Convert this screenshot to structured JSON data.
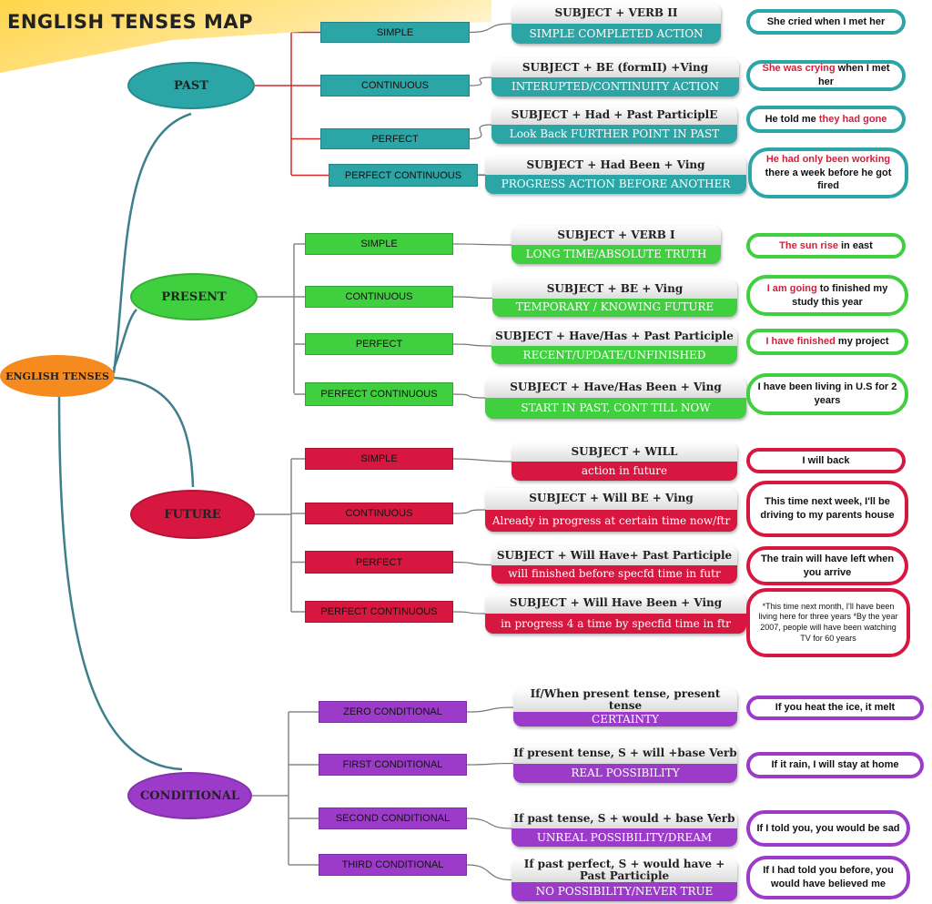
{
  "title": "ENGLISH TENSES MAP",
  "root": "ENGLISH TENSES",
  "colors": {
    "past": "#2ba5a5",
    "present": "#3fcf3f",
    "future": "#d7173f",
    "conditional": "#9c3bc9",
    "root": "#f58a1f"
  },
  "groups": [
    {
      "key": "past",
      "label": "PAST",
      "items": [
        {
          "tense": "SIMPLE",
          "formula": "SUBJECT + VERB II",
          "meaning": "SIMPLE COMPLETED ACTION",
          "example": [
            {
              "t": "She cried when I met her",
              "hl": false
            }
          ]
        },
        {
          "tense": "CONTINUOUS",
          "formula": "SUBJECT + BE (formII) +Ving",
          "meaning": "INTERUPTED/CONTINUITY ACTION",
          "example": [
            {
              "t": "She was crying",
              "hl": true
            },
            {
              "t": " when I met her",
              "hl": false
            }
          ]
        },
        {
          "tense": "PERFECT",
          "formula": "SUBJECT + Had + Past ParticiplE",
          "meaning": "Look Back FURTHER POINT IN PAST",
          "example": [
            {
              "t": "He told me ",
              "hl": false
            },
            {
              "t": "they had gone",
              "hl": true
            }
          ]
        },
        {
          "tense": "PERFECT CONTINUOUS",
          "formula": "SUBJECT + Had Been + Ving",
          "meaning": "PROGRESS ACTION BEFORE ANOTHER",
          "example": [
            {
              "t": "He had only been working",
              "hl": true
            },
            {
              "t": " there a week before he got fired",
              "hl": false
            }
          ]
        }
      ]
    },
    {
      "key": "present",
      "label": "PRESENT",
      "items": [
        {
          "tense": "SIMPLE",
          "formula": "SUBJECT + VERB I",
          "meaning": "LONG TIME/ABSOLUTE TRUTH",
          "example": [
            {
              "t": "The sun rise",
              "hl": true
            },
            {
              "t": " in east",
              "hl": false
            }
          ]
        },
        {
          "tense": "CONTINUOUS",
          "formula": "SUBJECT + BE + Ving",
          "meaning": "TEMPORARY / KNOWING FUTURE",
          "example": [
            {
              "t": "I am going",
              "hl": true
            },
            {
              "t": " to finished my study this year",
              "hl": false
            }
          ]
        },
        {
          "tense": "PERFECT",
          "formula": "SUBJECT + Have/Has + Past Participle",
          "meaning": "RECENT/UPDATE/UNFINISHED",
          "example": [
            {
              "t": "I have finished",
              "hl": true
            },
            {
              "t": " my project",
              "hl": false
            }
          ]
        },
        {
          "tense": "PERFECT CONTINUOUS",
          "formula": "SUBJECT + Have/Has Been + Ving",
          "meaning": "START IN PAST, CONT TILL NOW",
          "example": [
            {
              "t": "I have been living in U.S for  2 years",
              "hl": false
            }
          ]
        }
      ]
    },
    {
      "key": "future",
      "label": "FUTURE",
      "items": [
        {
          "tense": "SIMPLE",
          "formula": "SUBJECT + WILL",
          "meaning": "action in future",
          "example": [
            {
              "t": "I will back",
              "hl": false
            }
          ]
        },
        {
          "tense": "CONTINUOUS",
          "formula": "SUBJECT + Will BE + Ving",
          "meaning": "Already in progress at certain time now/ftr",
          "example": [
            {
              "t": "This time next week, I'll be driving  to my parents house",
              "hl": false
            }
          ]
        },
        {
          "tense": "PERFECT",
          "formula": "SUBJECT + Will Have+ Past Participle",
          "meaning": "will finished before specfd time in futr",
          "example": [
            {
              "t": "The train will have left when you arrive",
              "hl": false
            }
          ]
        },
        {
          "tense": "PERFECT CONTINUOUS",
          "formula": "SUBJECT + Will Have Been + Ving",
          "meaning": "in progress 4 a time by specfid time in ftr",
          "example": [
            {
              "t": "*This time next month, I'll have been living here for three years *By the year 2007, people will have been watching TV for 60 years",
              "hl": false
            }
          ]
        }
      ]
    },
    {
      "key": "conditional",
      "label": "CONDITIONAL",
      "items": [
        {
          "tense": "ZERO CONDITIONAL",
          "formula": "If/When present tense, present tense",
          "meaning": "CERTAINTY",
          "example": [
            {
              "t": "If you heat the ice, it melt",
              "hl": false
            }
          ]
        },
        {
          "tense": "FIRST CONDITIONAL",
          "formula": "If present tense, S + will +base Verb",
          "meaning": "REAL POSSIBILITY",
          "example": [
            {
              "t": "If it rain, I will stay at home",
              "hl": false
            }
          ]
        },
        {
          "tense": "SECOND CONDITIONAL",
          "formula": "If past tense, S + would + base Verb",
          "meaning": "UNREAL POSSIBILITY/DREAM",
          "example": [
            {
              "t": "If I told you, you would be sad",
              "hl": false
            }
          ]
        },
        {
          "tense": "THIRD CONDITIONAL",
          "formula": "If past perfect, S + would have + Past Participle",
          "meaning": "NO POSSIBILITY/NEVER TRUE",
          "example": [
            {
              "t": "If I had told you before, you would have believed me",
              "hl": false
            }
          ]
        }
      ]
    }
  ]
}
